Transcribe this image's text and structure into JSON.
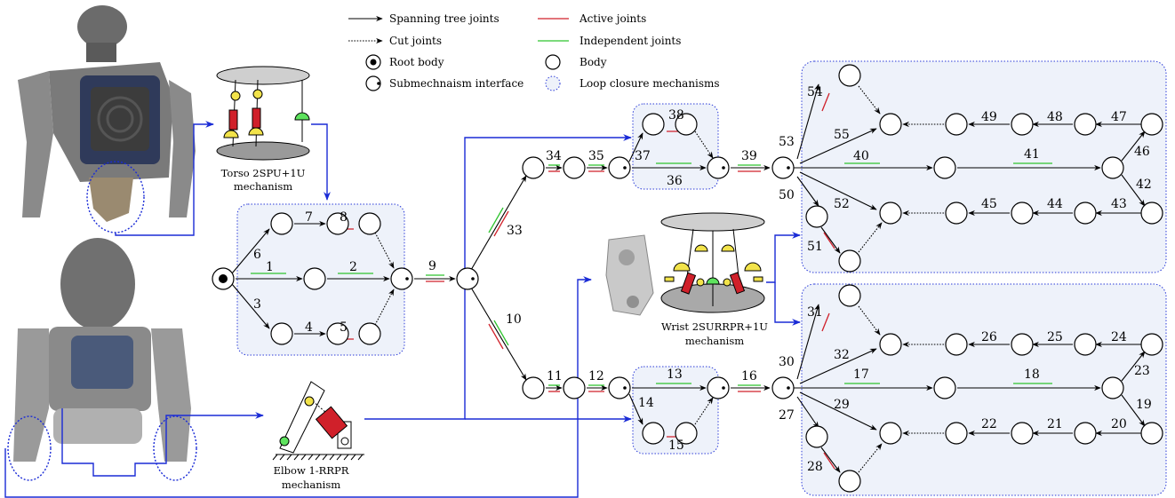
{
  "legend": {
    "spanning_tree_joints": "Spanning tree joints",
    "cut_joints": "Cut joints",
    "root_body": "Root body",
    "submechanism_interface": "Submechnaism interface",
    "active_joints": "Active joints",
    "independent_joints": "Independent joints",
    "body": "Body",
    "loop_closure_mechanisms": "Loop closure mechanisms"
  },
  "captions": {
    "torso_line1": "Torso 2SPU+1U",
    "torso_line2": "mechanism",
    "elbow_line1": "Elbow 1-RRPR",
    "elbow_line2": "mechanism",
    "wrist_line1": "Wrist 2SURRPR+1U",
    "wrist_line2": "mechanism"
  },
  "joint_labels": [
    "1",
    "2",
    "3",
    "4",
    "5",
    "6",
    "7",
    "8",
    "9",
    "10",
    "11",
    "12",
    "13",
    "14",
    "15",
    "16",
    "17",
    "18",
    "19",
    "20",
    "21",
    "22",
    "23",
    "24",
    "25",
    "26",
    "27",
    "28",
    "29",
    "30",
    "31",
    "32",
    "33",
    "34",
    "35",
    "36",
    "37",
    "38",
    "39",
    "40",
    "41",
    "42",
    "43",
    "44",
    "45",
    "46",
    "47",
    "48",
    "49",
    "50",
    "51",
    "52",
    "53",
    "54",
    "55"
  ],
  "colors": {
    "active": "#d0202a",
    "independent": "#2ec42e",
    "interface_link": "#1a2bd6",
    "box_fill": "#eef2fa"
  }
}
